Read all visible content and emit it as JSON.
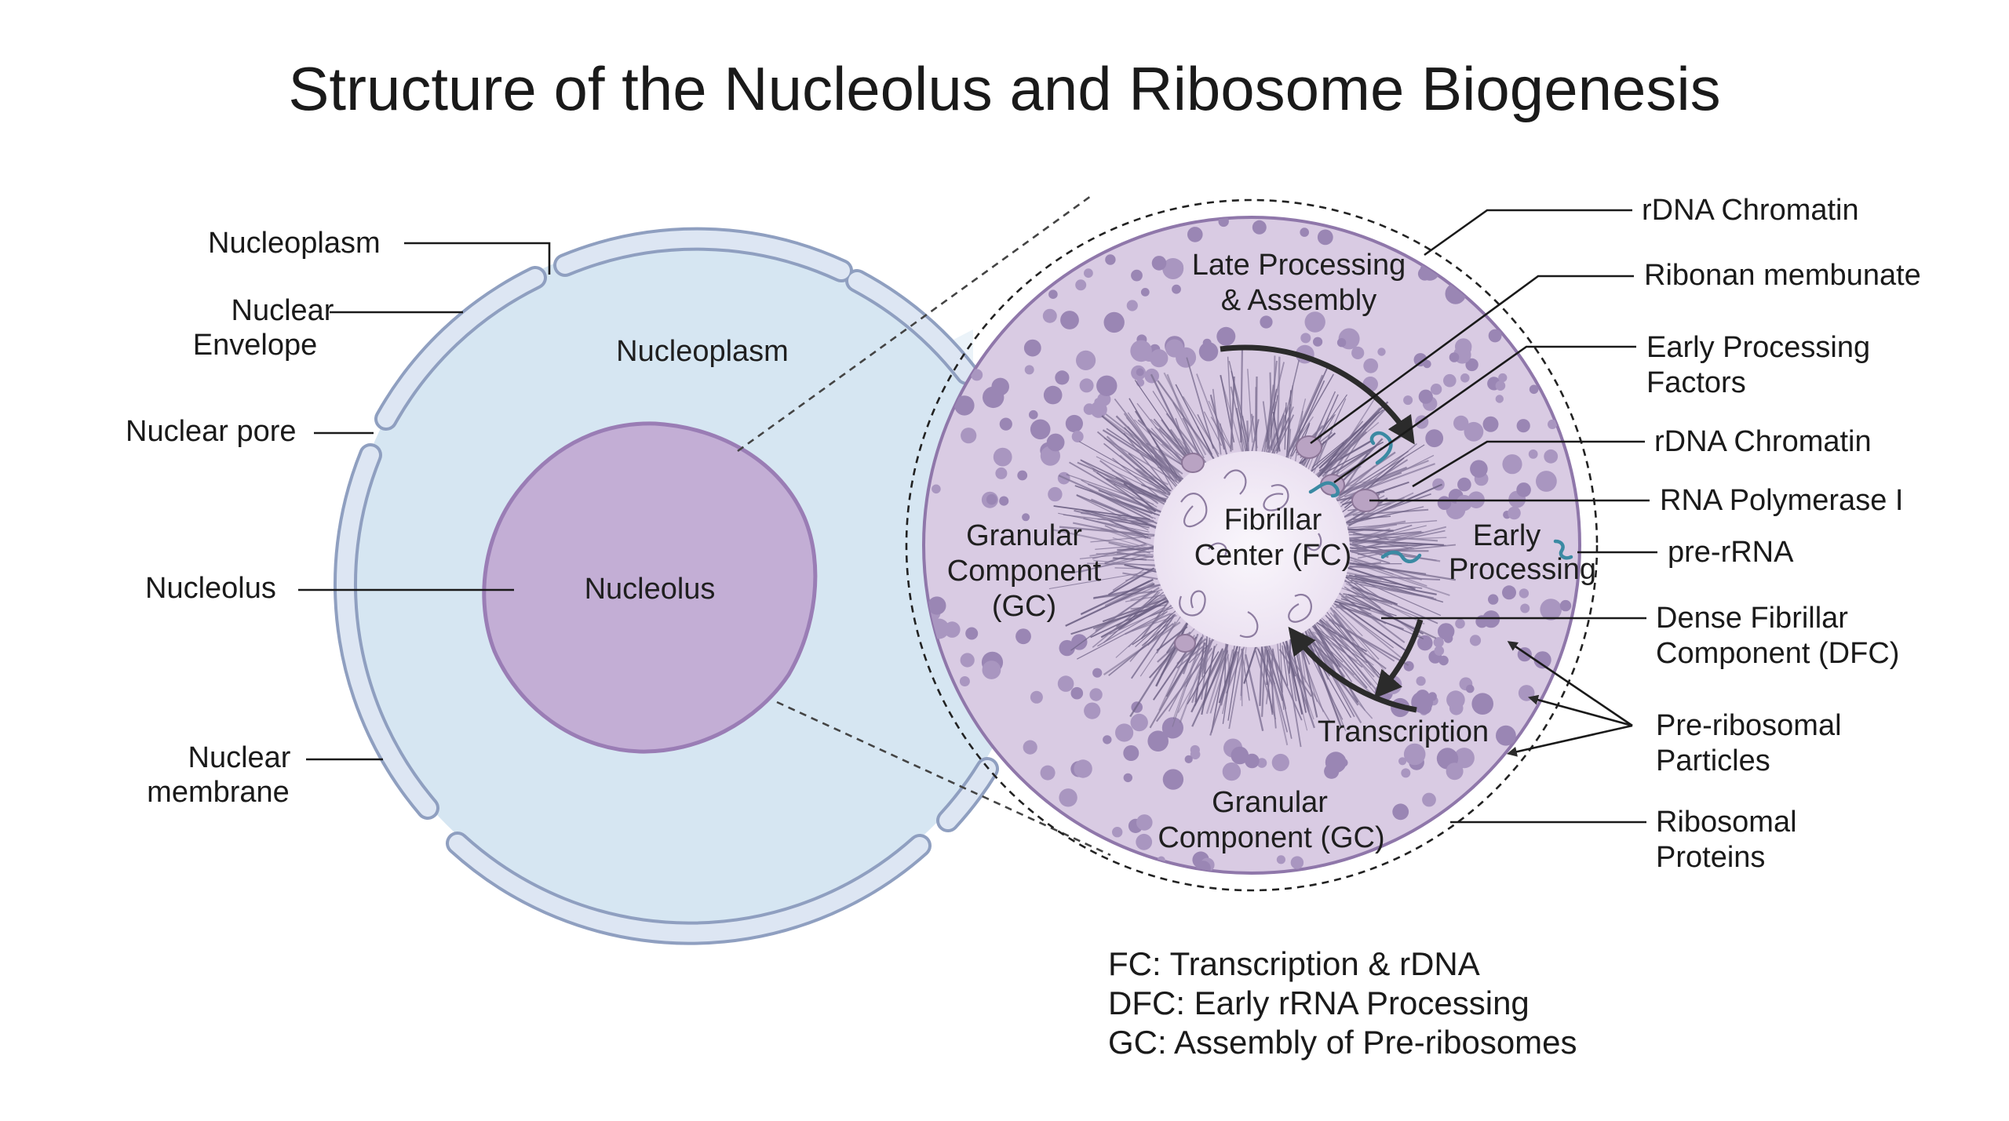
{
  "title": "Structure of the Nucleolus and Ribosome Biogenesis",
  "colors": {
    "nucleoplasm_fill": "#d6e6f2",
    "envelope_fill": "#dde6f3",
    "envelope_stroke": "#8f9fc0",
    "nucleolus_fill": "#c3aed5",
    "nucleolus_stroke": "#9a7db5",
    "gc_fill": "#d9cbe3",
    "granule": "#9a86b4",
    "dfc": "#6e6285",
    "fc_fill": "#f4eef7",
    "rna": "#3b8aa3",
    "arrow": "#2b2b2b"
  },
  "left_cell": {
    "labels": {
      "nucleoplasm_outer": "Nucleoplasm",
      "nuclear_envelope_line1": "Nuclear",
      "nuclear_envelope_line2": "Envelope",
      "nuclear_pore": "Nuclear pore",
      "nucleolus_outer": "Nucleolus",
      "nuclear_membrane_line1": "Nuclear",
      "nuclear_membrane_line2": "membrane",
      "nucleoplasm_inner": "Nucleoplasm",
      "nucleolus_inner": "Nucleolus"
    }
  },
  "zoom": {
    "inner_labels": {
      "late_processing_line1": "Late Processing",
      "late_processing_line2": "& Assembly",
      "granular_left_line1": "Granular",
      "granular_left_line2": "Component",
      "granular_left_line3": "(GC)",
      "fc_line1": "Fibrillar",
      "fc_line2": "Center (FC)",
      "early_line1": "Early",
      "early_line2": "Processing",
      "transcription": "Transcription",
      "granular_bottom_line1": "Granular",
      "granular_bottom_line2": "Component (GC)"
    },
    "right_labels": {
      "rdna_chromatin_1": "rDNA Chromatin",
      "ribonan_membunate": "Ribonan membunate",
      "early_processing_factors_line1": "Early Processing",
      "early_processing_factors_line2": "Factors",
      "rdna_chromatin_2": "rDNA Chromatin",
      "rna_polymerase": "RNA Polymerase I",
      "pre_rrna": "pre-rRNA",
      "dfc_line1": "Dense Fibrillar",
      "dfc_line2": "Component (DFC)",
      "pre_ribosomal_line1": "Pre-ribosomal",
      "pre_ribosomal_line2": "Particles",
      "ribosomal_proteins_line1": "Ribosomal",
      "ribosomal_proteins_line2": "Proteins"
    }
  },
  "legend": {
    "fc": "FC: Transcription & rDNA",
    "dfc": "DFC: Early rRNA Processing",
    "gc": "GC: Assembly of Pre-ribosomes"
  }
}
